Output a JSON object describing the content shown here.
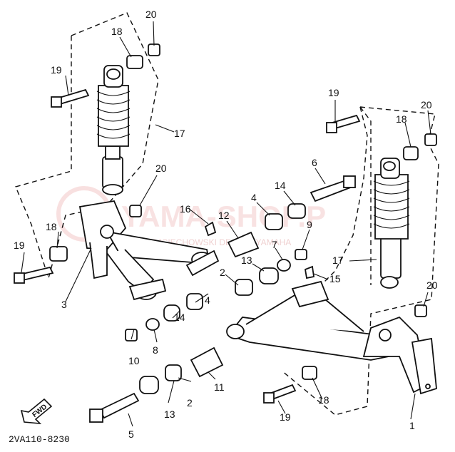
{
  "diagram": {
    "code": "2VA110-8230",
    "fwd_label": "FWD",
    "watermark": {
      "main": "YAMA-SHOP.P",
      "sub": "WOJCIECHOWSKI DEALER YAMAHA"
    },
    "callouts": [
      "20",
      "18",
      "19",
      "17",
      "19",
      "18",
      "20",
      "6",
      "14",
      "4",
      "16",
      "12",
      "9",
      "17",
      "13",
      "7",
      "15",
      "2",
      "3",
      "4",
      "14",
      "10",
      "8",
      "11",
      "13",
      "2",
      "5",
      "18",
      "19",
      "1",
      "20",
      "18",
      "19",
      "20"
    ]
  }
}
